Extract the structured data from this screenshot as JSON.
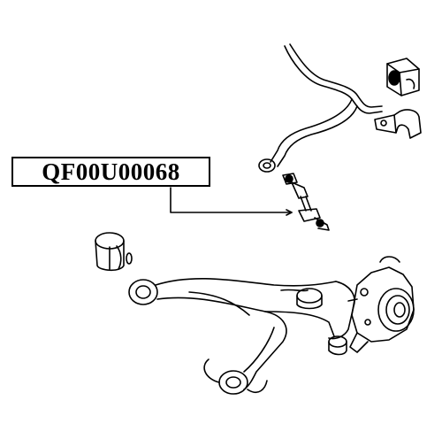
{
  "diagram": {
    "part_number": "QF00U00068",
    "components": [
      "stabilizer-bar",
      "stabilizer-bushing",
      "stabilizer-bracket",
      "stabilizer-link",
      "control-arm-bushing",
      "lower-control-arm",
      "wheel-hub-knuckle"
    ],
    "colors": {
      "line": "#000000",
      "background": "#ffffff"
    }
  }
}
